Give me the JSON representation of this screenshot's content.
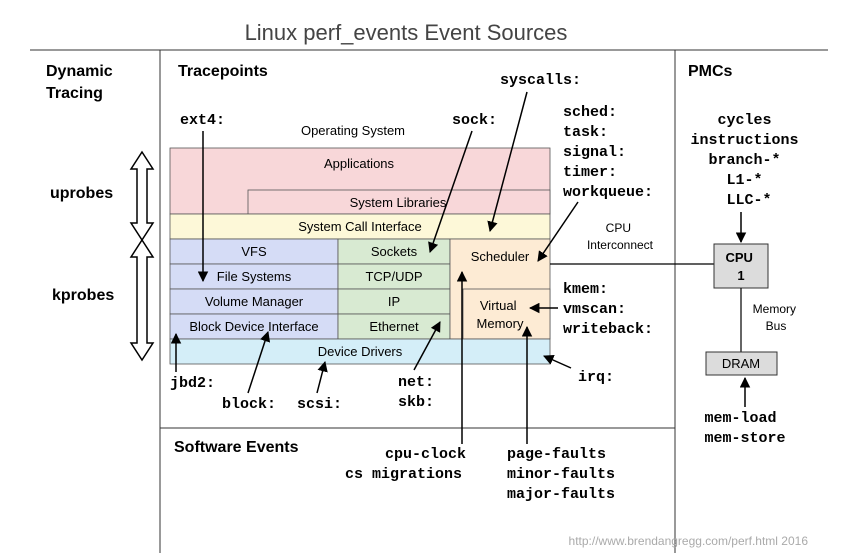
{
  "title": "Linux perf_events Event Sources",
  "credit": "http://www.brendangregg.com/perf.html 2016",
  "colors": {
    "apps": "#f8d7d9",
    "syscall": "#fdf8d8",
    "vfs": "#d5dcf6",
    "net": "#d8ead2",
    "sched": "#fdebd4",
    "drivers": "#d4eef8",
    "hw": "#dcdcdc",
    "line": "#000000",
    "border": "#333333"
  },
  "sections": {
    "dynamic_tracing": [
      "Dynamic",
      "Tracing"
    ],
    "tracepoints": "Tracepoints",
    "software_events": "Software Events",
    "pmcs": "PMCs"
  },
  "probes": {
    "uprobes": "uprobes",
    "kprobes": "kprobes"
  },
  "os": {
    "label": "Operating System",
    "applications": "Applications",
    "system_libraries": "System Libraries",
    "system_call_interface": "System Call Interface",
    "vfs": "VFS",
    "file_systems": "File Systems",
    "volume_manager": "Volume Manager",
    "block_device_interface": "Block Device Interface",
    "sockets": "Sockets",
    "tcp_udp": "TCP/UDP",
    "ip": "IP",
    "ethernet": "Ethernet",
    "scheduler": "Scheduler",
    "virtual_memory": [
      "Virtual",
      "Memory"
    ],
    "device_drivers": "Device Drivers"
  },
  "tracepoints": {
    "ext4": "ext4:",
    "sock": "sock:",
    "syscalls": "syscalls:",
    "sched_group": [
      "sched:",
      "task:",
      "signal:",
      "timer:",
      "workqueue:"
    ],
    "mem_group": [
      "kmem:",
      "vmscan:",
      "writeback:"
    ],
    "jbd2": "jbd2:",
    "block": "block:",
    "scsi": "scsi:",
    "net_group": [
      "net:",
      "skb:"
    ],
    "irq": "irq:"
  },
  "software_events": {
    "cpu_clock": "cpu-clock",
    "cs_migrations": "cs migrations",
    "page_faults": [
      "page-faults",
      "minor-faults",
      "major-faults"
    ]
  },
  "hardware": {
    "cpu_interconnect": [
      "CPU",
      "Interconnect"
    ],
    "cpu": [
      "CPU",
      "1"
    ],
    "memory_bus": [
      "Memory",
      "Bus"
    ],
    "dram": "DRAM",
    "pmc_events": [
      "cycles",
      "instructions",
      "branch-*",
      "L1-*",
      "LLC-*"
    ],
    "mem_events": [
      "mem-load",
      "mem-store"
    ]
  }
}
